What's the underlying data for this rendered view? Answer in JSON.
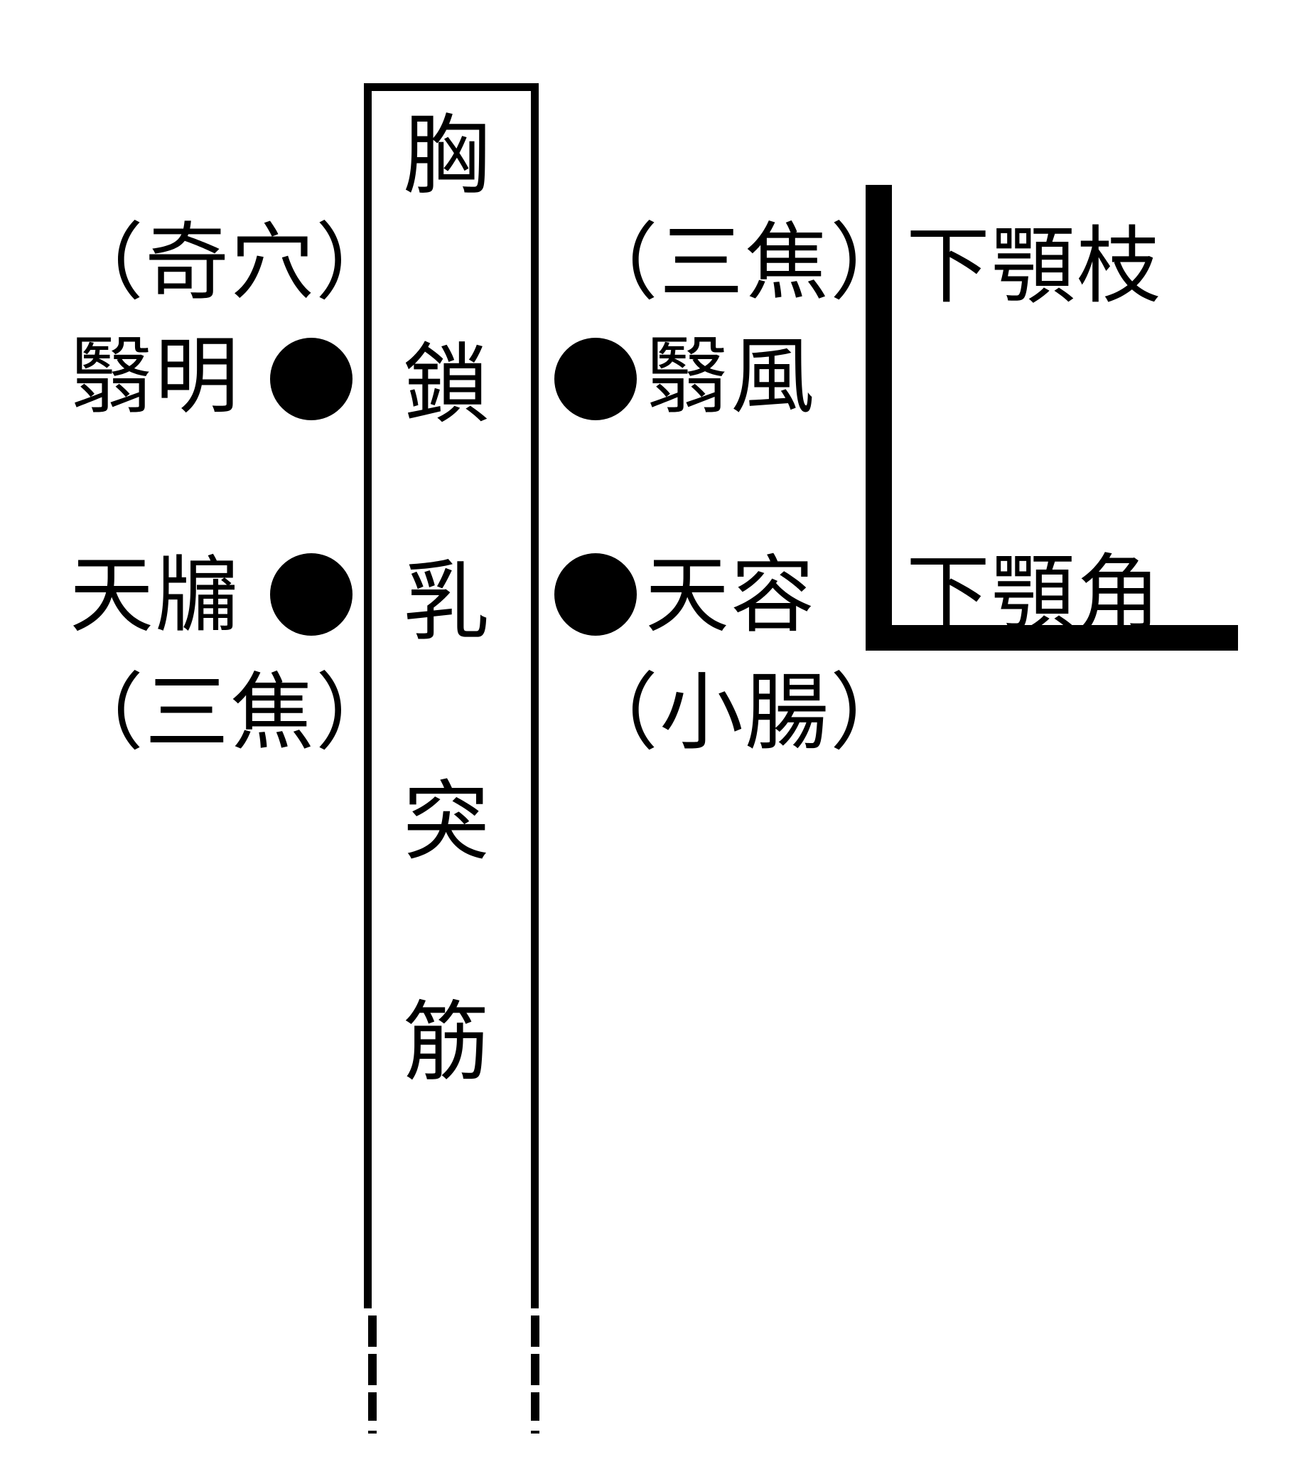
{
  "muscle_column": {
    "characters": [
      "胸",
      "鎖",
      "乳",
      "突",
      "筋"
    ]
  },
  "left_points": {
    "upper": {
      "meridian": "（奇穴）",
      "name": "翳明"
    },
    "lower": {
      "name": "天牖",
      "meridian": "（三焦）"
    }
  },
  "right_points": {
    "upper": {
      "meridian": "（三焦）",
      "name": "翳風"
    },
    "lower": {
      "name": "天容",
      "meridian": "（小腸）"
    }
  },
  "mandible": {
    "ramus_label": "下顎枝",
    "angle_label": "下顎角"
  },
  "colors": {
    "ink": "#000000",
    "background": "#ffffff"
  }
}
